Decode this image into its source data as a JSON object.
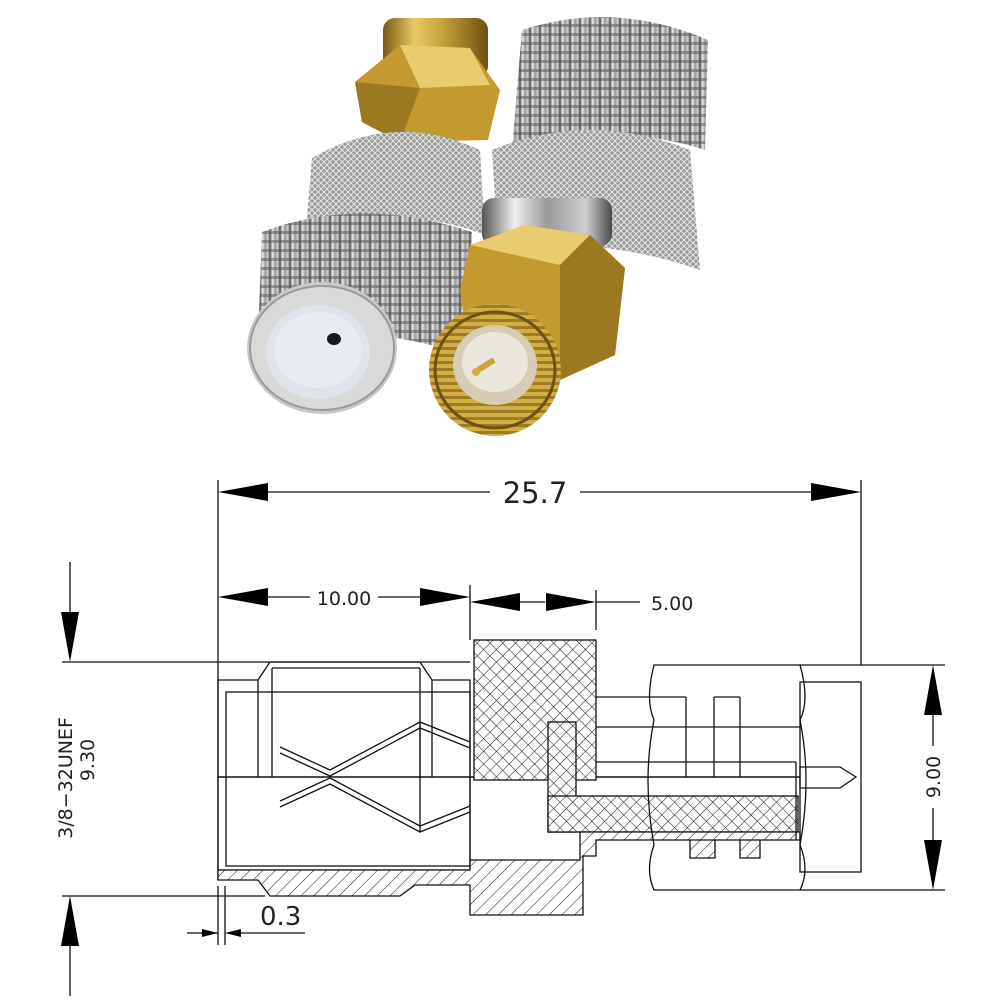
{
  "photo": {
    "subject": "Two F-type female to SMA male adapters",
    "left_adapter": "F-female end facing viewer, SMA male gold hex behind",
    "right_adapter": "SMA male gold hex end facing viewer, F-female behind",
    "colors": {
      "gold": "#c9a53a",
      "gold_dark": "#8a6a1a",
      "gold_light": "#f3dc86",
      "nickel": "#b8b8b8",
      "nickel_dark": "#5e5e5e",
      "nickel_light": "#ececec",
      "insulator": "#dfe3ea"
    }
  },
  "drawing": {
    "overall_length": "25.7",
    "f_section_length": "10.00",
    "knurl_length": "5.00",
    "thread_spec": "3/8−32UNEF",
    "thread_diameter": "9.30",
    "hex_width": "9.00",
    "step_offset": "0.3",
    "line_color": "#111111"
  }
}
